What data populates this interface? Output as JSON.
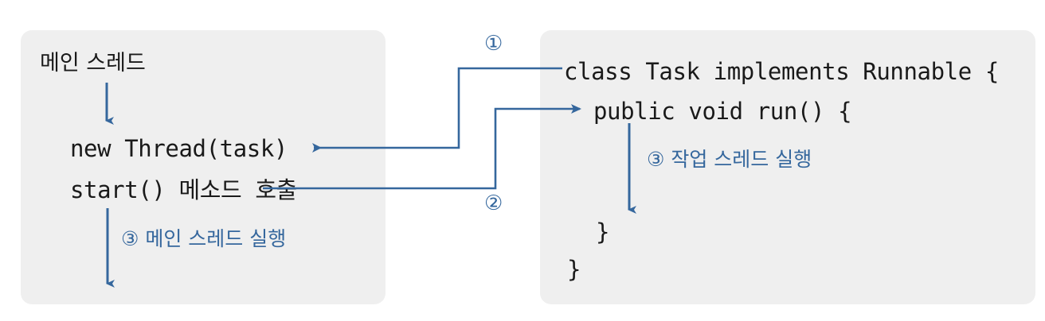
{
  "diagram": {
    "title": "Java Thread execution flow diagram",
    "accent_color": "#35679d",
    "panel_color": "#efefef",
    "text_color": "#1a1a1a"
  },
  "main_panel": {
    "heading": "메인 스레드",
    "line_new_thread": "new Thread(task)",
    "line_start_call": "start() 메소드 호출",
    "annotation": "③ 메인 스레드 실행"
  },
  "task_panel": {
    "line_class": "class Task implements Runnable {",
    "line_run": "public void run() {",
    "annotation": "③ 작업 스레드 실행",
    "line_close_inner": "}",
    "line_close_outer": "}"
  },
  "connectors": {
    "marker_one": "①",
    "marker_two": "②"
  }
}
